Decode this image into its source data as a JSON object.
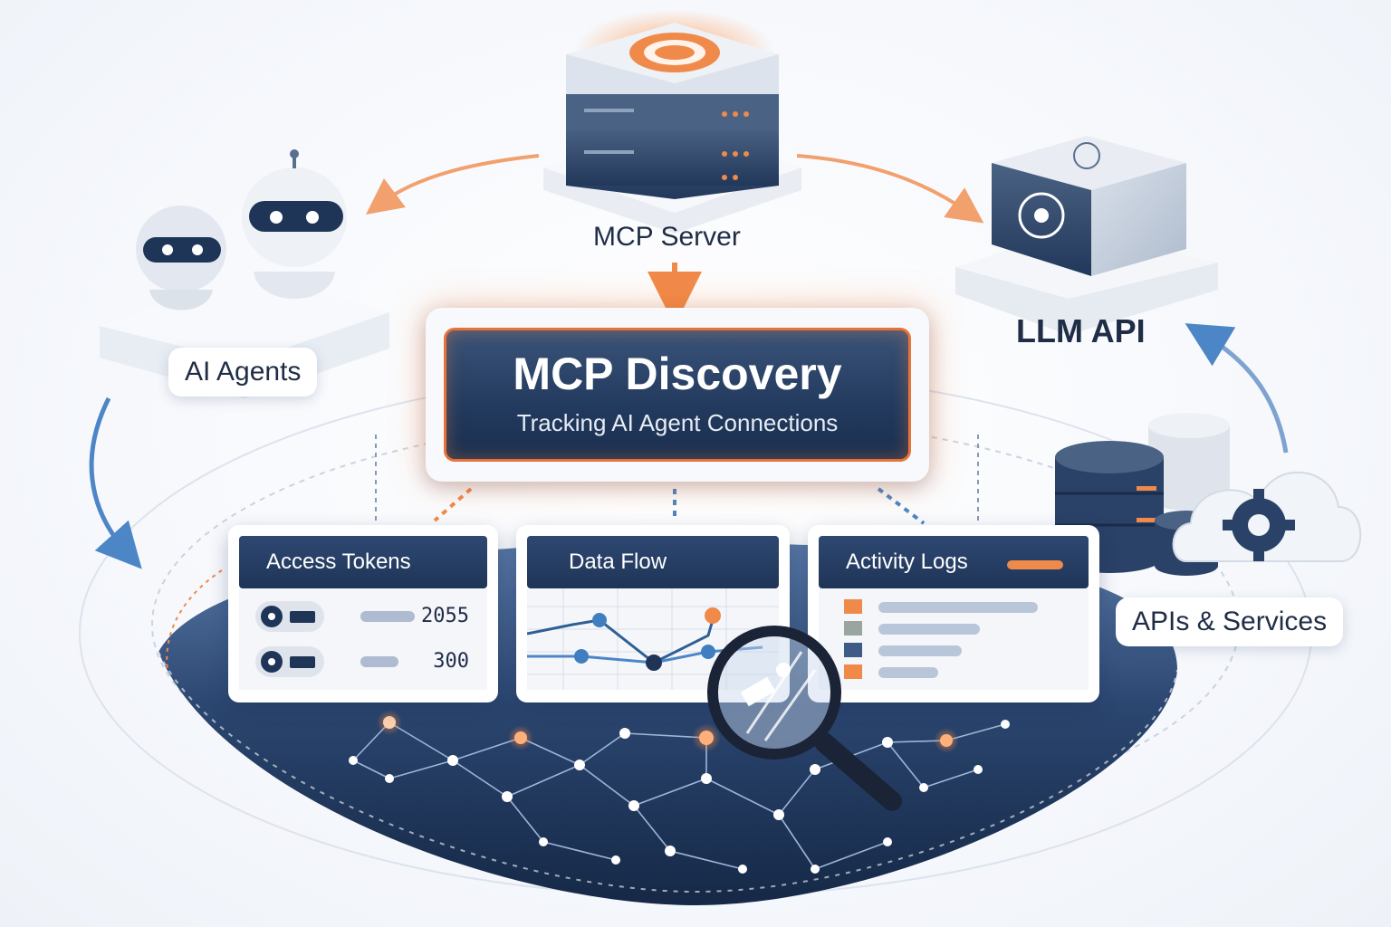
{
  "hero": {
    "title": "MCP Discovery",
    "subtitle": "Tracking AI Agent Connections"
  },
  "nodes": {
    "mcp_server": "MCP Server",
    "ai_agents": "AI Agents",
    "llm_api": "LLM API",
    "apis_services": "APIs & Services"
  },
  "panels": {
    "access_tokens": {
      "title": "Access Tokens",
      "rows": [
        {
          "value": "2055"
        },
        {
          "value": "300"
        }
      ]
    },
    "data_flow": {
      "title": "Data Flow"
    },
    "activity_logs": {
      "title": "Activity Logs",
      "swatches": [
        "#f08a4b",
        "#9aa5a0",
        "#3f5c87",
        "#f08a4b"
      ]
    }
  },
  "colors": {
    "accent": "#f08a4b",
    "navy": "#1f3557",
    "blue": "#4d86c6"
  },
  "icons": [
    "robot-icon",
    "server-icon",
    "cube-icon",
    "database-icon",
    "cloud-icon",
    "gear-icon",
    "magnifier-icon",
    "network-icon"
  ]
}
